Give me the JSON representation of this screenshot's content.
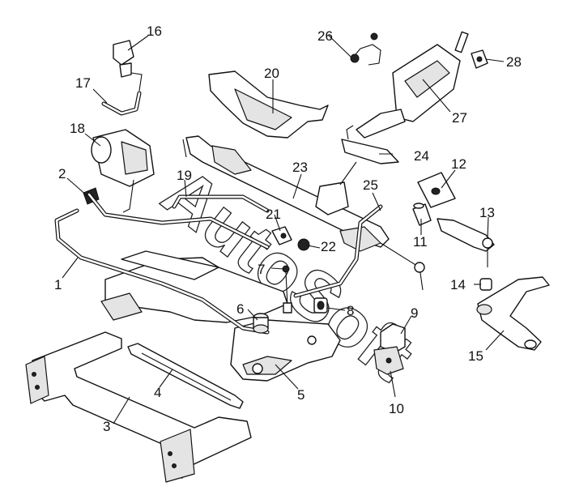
{
  "figure": {
    "kind": "exploded parts diagram"
  },
  "watermark": {
    "text": "AutoSoft"
  },
  "callouts": [
    {
      "id": "1",
      "label": "1"
    },
    {
      "id": "2",
      "label": "2"
    },
    {
      "id": "3",
      "label": "3"
    },
    {
      "id": "4",
      "label": "4"
    },
    {
      "id": "5",
      "label": "5"
    },
    {
      "id": "6",
      "label": "6"
    },
    {
      "id": "7",
      "label": "7"
    },
    {
      "id": "8",
      "label": "8"
    },
    {
      "id": "9",
      "label": "9"
    },
    {
      "id": "10",
      "label": "10"
    },
    {
      "id": "11",
      "label": "11"
    },
    {
      "id": "12",
      "label": "12"
    },
    {
      "id": "13",
      "label": "13"
    },
    {
      "id": "14",
      "label": "14"
    },
    {
      "id": "15",
      "label": "15"
    },
    {
      "id": "16",
      "label": "16"
    },
    {
      "id": "17",
      "label": "17"
    },
    {
      "id": "18",
      "label": "18"
    },
    {
      "id": "19",
      "label": "19"
    },
    {
      "id": "20",
      "label": "20"
    },
    {
      "id": "21",
      "label": "21"
    },
    {
      "id": "22",
      "label": "22"
    },
    {
      "id": "23",
      "label": "23"
    },
    {
      "id": "24",
      "label": "24"
    },
    {
      "id": "25",
      "label": "25"
    },
    {
      "id": "26",
      "label": "26"
    },
    {
      "id": "27",
      "label": "27"
    },
    {
      "id": "28",
      "label": "28"
    }
  ]
}
